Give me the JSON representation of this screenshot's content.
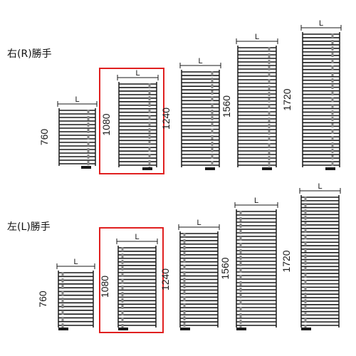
{
  "colors": {
    "line": "#1a1a1a",
    "highlight": "#e02020",
    "dash": "#888888"
  },
  "width_label": "L",
  "groups": [
    {
      "title": "右(R)勝手",
      "hand": "right",
      "heaters": [
        {
          "height_label": "760",
          "highlighted": false
        },
        {
          "height_label": "1080",
          "highlighted": true
        },
        {
          "height_label": "1240",
          "highlighted": false
        },
        {
          "height_label": "1560",
          "highlighted": false
        },
        {
          "height_label": "1720",
          "highlighted": false
        }
      ]
    },
    {
      "title": "左(L)勝手",
      "hand": "left",
      "heaters": [
        {
          "height_label": "760",
          "highlighted": false
        },
        {
          "height_label": "1080",
          "highlighted": true
        },
        {
          "height_label": "1240",
          "highlighted": false
        },
        {
          "height_label": "1560",
          "highlighted": false
        },
        {
          "height_label": "1720",
          "highlighted": false
        }
      ]
    }
  ]
}
